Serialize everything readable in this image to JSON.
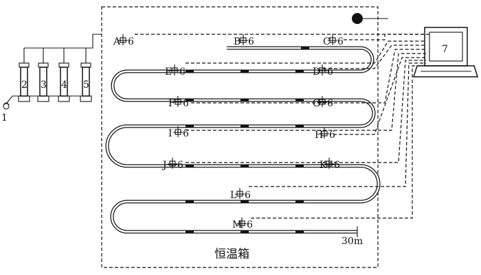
{
  "sensors": [
    {
      "letter": "A",
      "num": "6"
    },
    {
      "letter": "B",
      "num": "6"
    },
    {
      "letter": "C",
      "num": "6"
    },
    {
      "letter": "E",
      "num": "6"
    },
    {
      "letter": "D",
      "num": "6"
    },
    {
      "letter": "F",
      "num": "6"
    },
    {
      "letter": "G",
      "num": "6"
    },
    {
      "letter": "I",
      "num": "6"
    },
    {
      "letter": "H",
      "num": "6"
    },
    {
      "letter": "J",
      "num": "6"
    },
    {
      "letter": "K",
      "num": "6"
    },
    {
      "letter": "L",
      "num": "6"
    },
    {
      "letter": "M",
      "num": "6"
    }
  ],
  "columns": [
    "2",
    "3",
    "4",
    "5"
  ],
  "source_label": "1",
  "computer_label": "7",
  "chamber_label": "恒温箱",
  "length_label": "30m"
}
